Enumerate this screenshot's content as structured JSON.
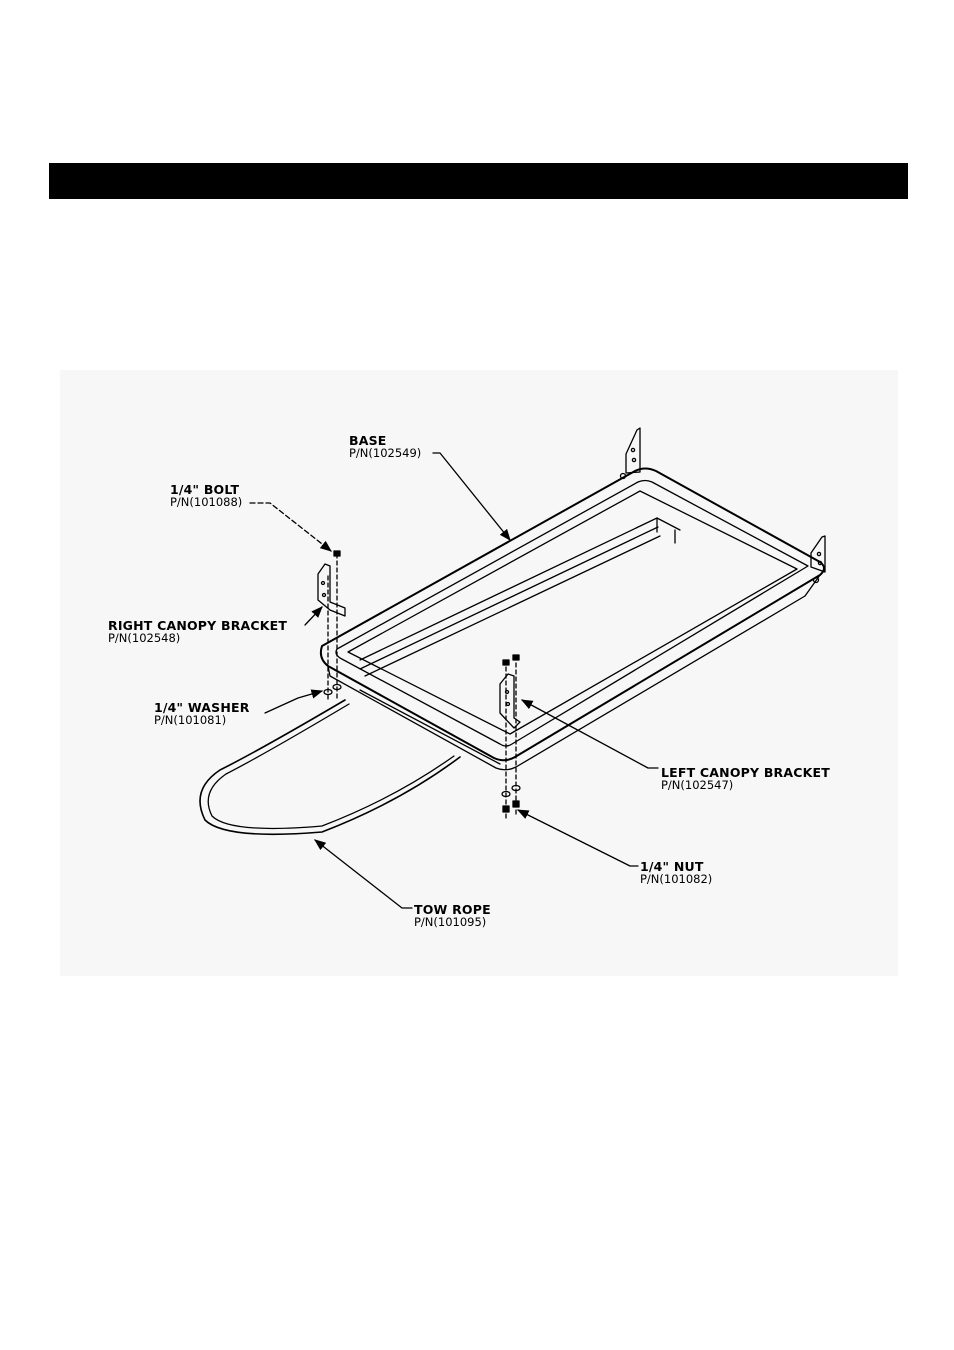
{
  "header": {
    "title": ""
  },
  "diagram": {
    "labels": {
      "base": {
        "name": "BASE",
        "pn": "P/N(102549)"
      },
      "bolt": {
        "name": "1/4\" BOLT",
        "pn": "P/N(101088)"
      },
      "right_bracket": {
        "name": "RIGHT CANOPY BRACKET",
        "pn": "P/N(102548)"
      },
      "washer": {
        "name": "1/4\" WASHER",
        "pn": "P/N(101081)"
      },
      "left_bracket": {
        "name": "LEFT CANOPY BRACKET",
        "pn": "P/N(102547)"
      },
      "nut": {
        "name": "1/4\" NUT",
        "pn": "P/N(101082)"
      },
      "tow_rope": {
        "name": "TOW ROPE",
        "pn": "P/N(101095)"
      }
    },
    "colors": {
      "ink": "#000000",
      "header": "#000000"
    }
  }
}
